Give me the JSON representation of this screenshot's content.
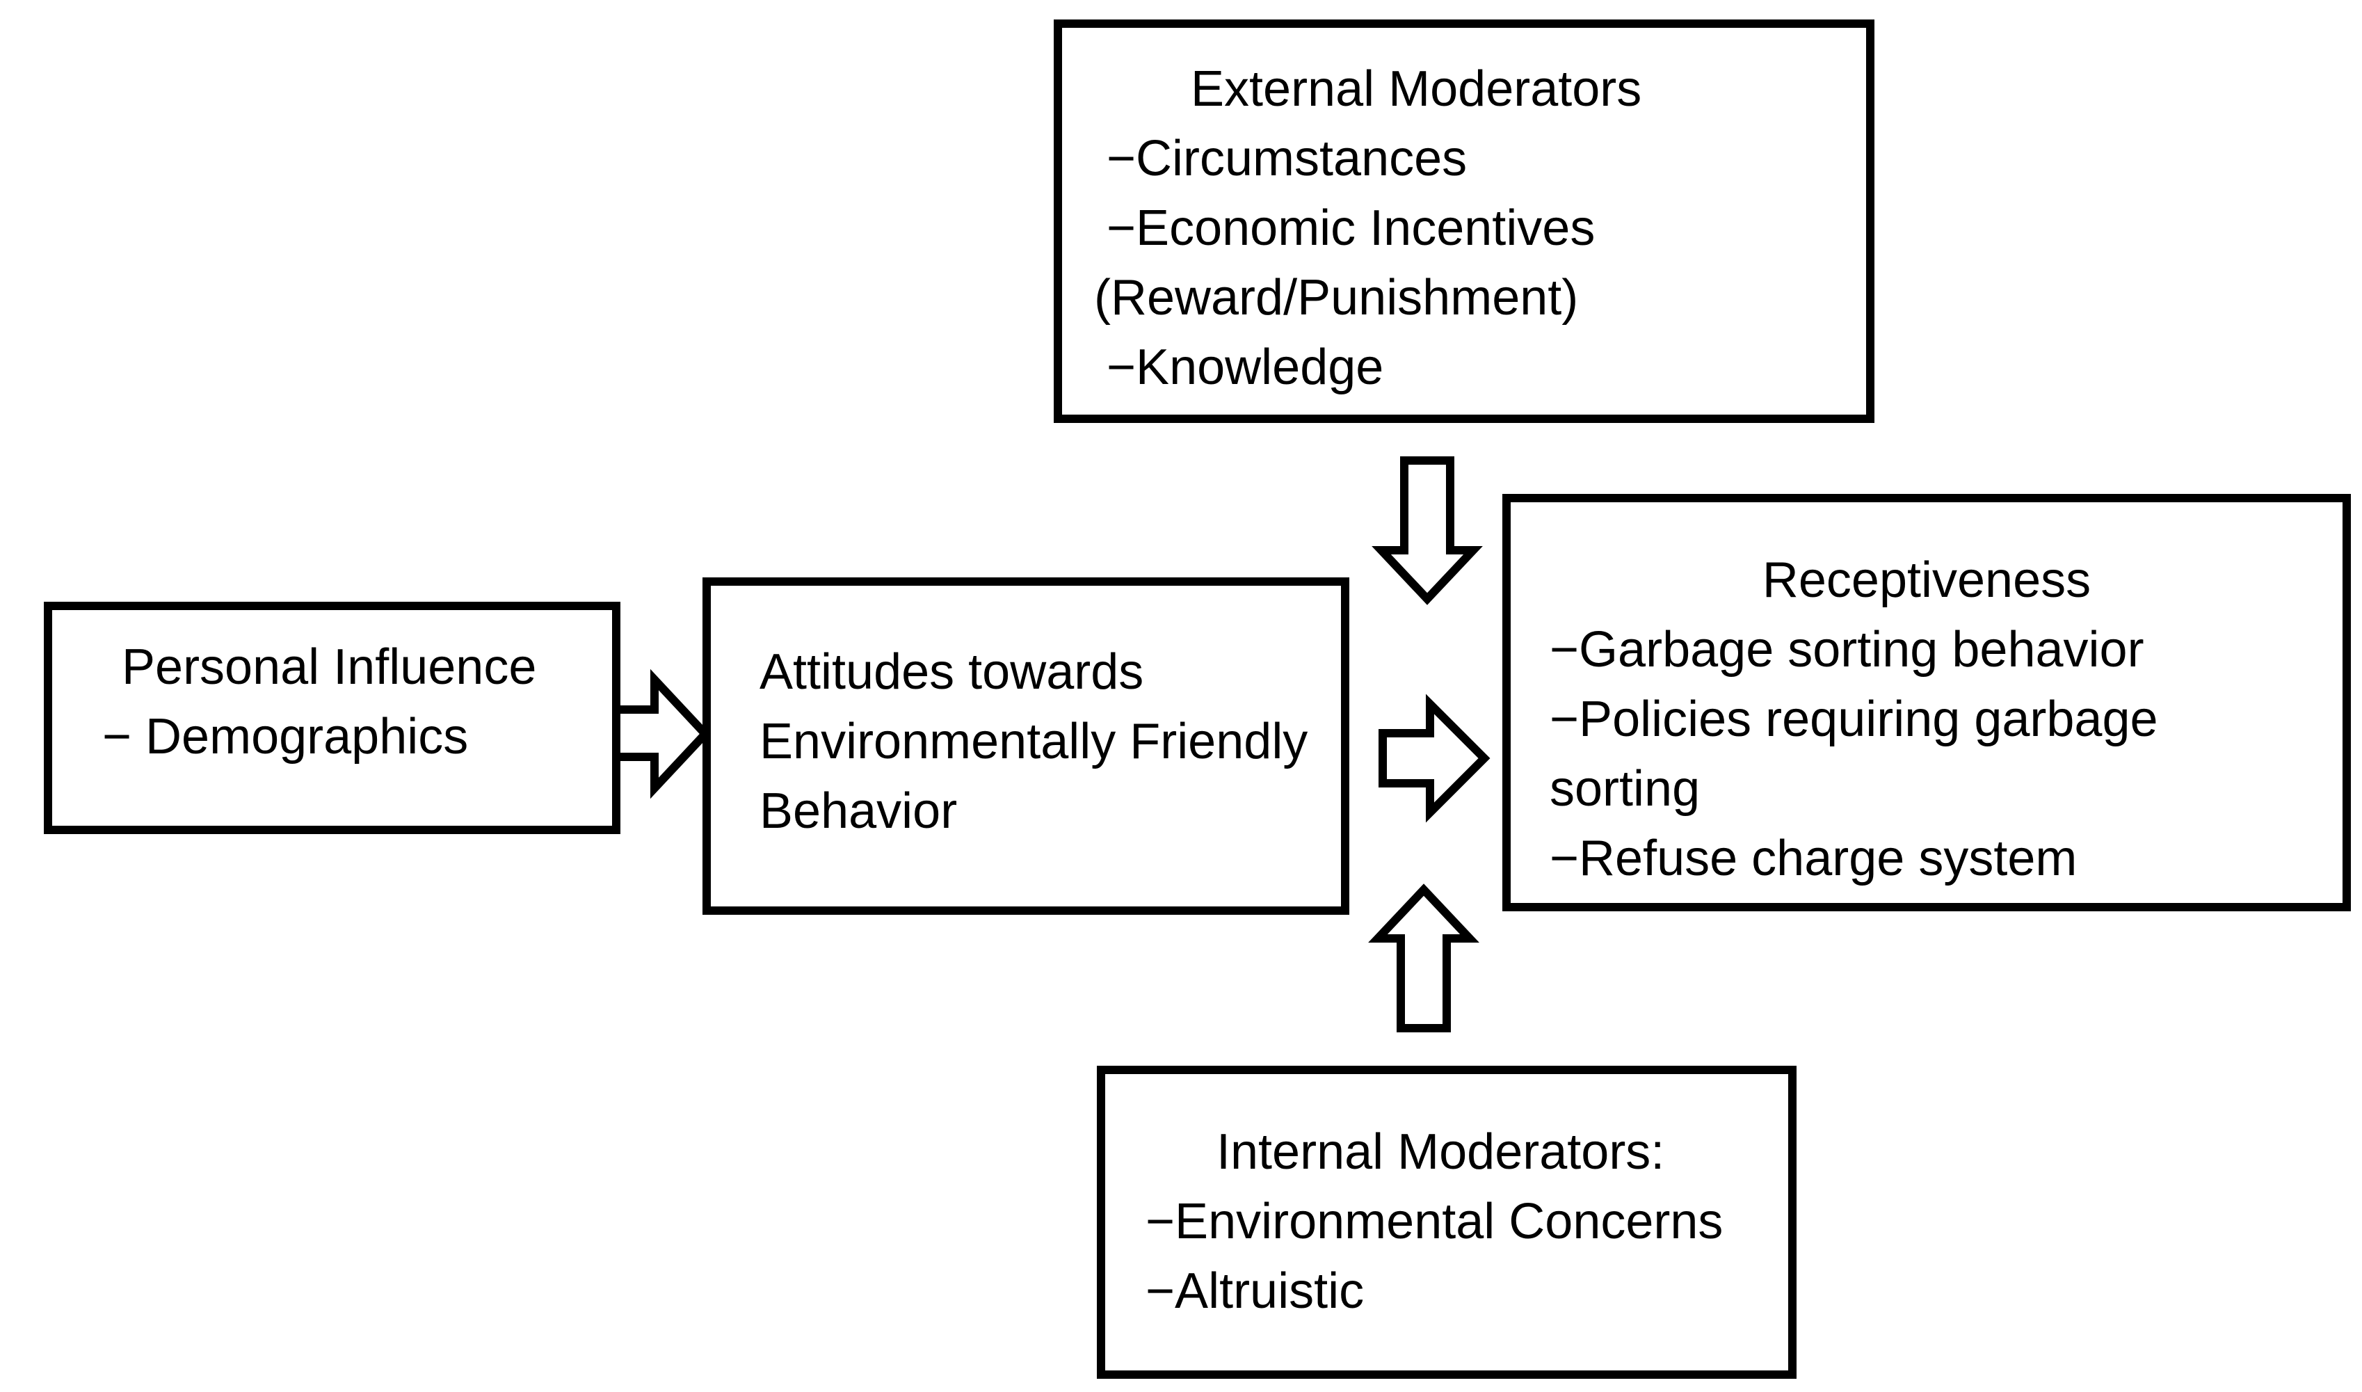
{
  "page": {
    "background_color": "#ffffff",
    "ink_color": "#000000",
    "diagram_type": "flow-diagram"
  },
  "boxes": {
    "external_moderators": {
      "title": "External Moderators",
      "items": [
        "−Circumstances",
        "−Economic Incentives",
        "(Reward/Punishment)",
        "−Knowledge"
      ]
    },
    "personal_influence": {
      "title": "Personal Influence",
      "items": [
        "− Demographics"
      ]
    },
    "attitudes": {
      "lines": [
        "Attitudes towards",
        "Environmentally Friendly",
        "Behavior"
      ]
    },
    "receptiveness": {
      "title": "Receptiveness",
      "items": [
        "−Garbage sorting behavior",
        "−Policies requiring garbage",
        "sorting",
        "−Refuse charge system"
      ]
    },
    "internal_moderators": {
      "title": "Internal Moderators:",
      "items": [
        "−Environmental Concerns",
        "−Altruistic"
      ]
    }
  },
  "arrows": {
    "personal_to_attitudes": "block-arrow-right",
    "attitudes_to_receptiveness": "block-arrow-right",
    "external_moderators_down": "block-arrow-down",
    "internal_moderators_up": "block-arrow-up"
  }
}
